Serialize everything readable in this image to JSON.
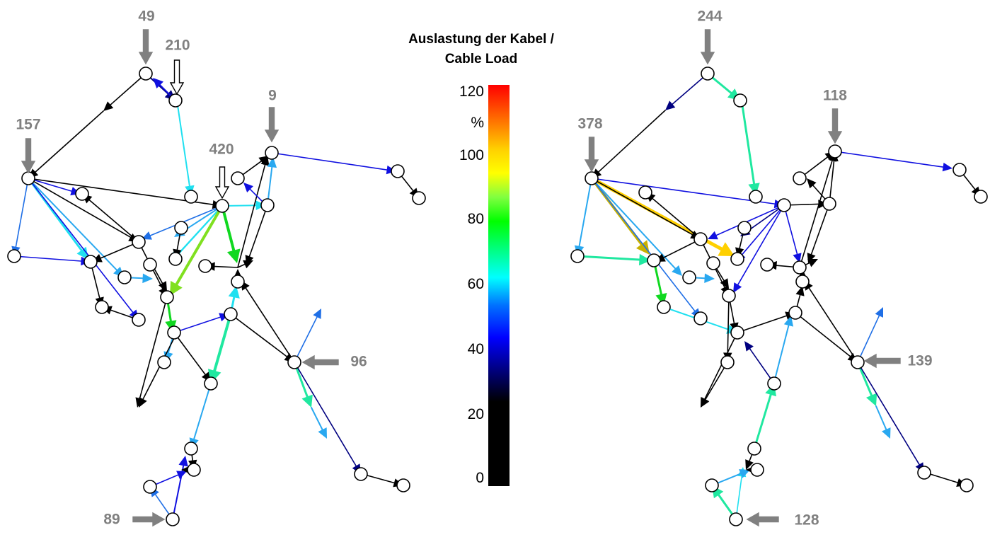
{
  "legend": {
    "title_line1": "Auslastung der Kabel /",
    "title_line2": "Cable Load",
    "unit": "%",
    "ticks": [
      "120",
      "100",
      "80",
      "60",
      "40",
      "20",
      "0"
    ]
  },
  "colors": {
    "black": "#000000",
    "navy": "#000080",
    "blue": "#1010e0",
    "mid_blue": "#1f6fe6",
    "sky": "#29a8f0",
    "cyan": "#20e0f0",
    "aqua_green": "#20e8a0",
    "green": "#10d820",
    "lime": "#80e020",
    "olive": "#c8b000",
    "gold": "#ffd000",
    "feed_grey": "#808080"
  },
  "panels": [
    {
      "name": "left",
      "feeds": [
        {
          "value": "49"
        },
        {
          "value": "210"
        },
        {
          "value": "157"
        },
        {
          "value": "9"
        },
        {
          "value": "420"
        },
        {
          "value": "96"
        },
        {
          "value": "89"
        }
      ]
    },
    {
      "name": "right",
      "feeds": [
        {
          "value": "244"
        },
        {
          "value": "378"
        },
        {
          "value": "118"
        },
        {
          "value": "139"
        },
        {
          "value": "128"
        }
      ]
    }
  ]
}
